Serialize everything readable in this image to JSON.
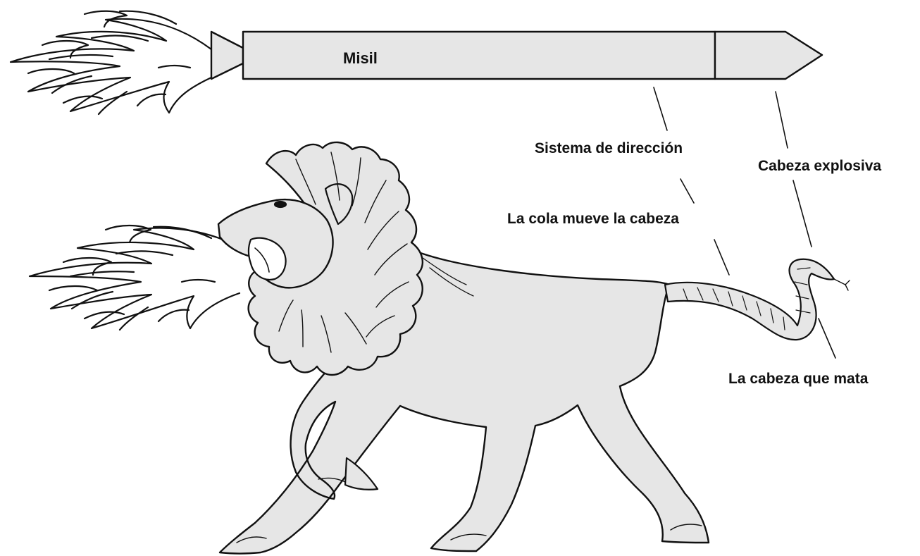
{
  "missile": {
    "label": "Misil"
  },
  "labels": {
    "steering": "Sistema de dirección",
    "tail_moves_head": "La cola mueve la cabeza",
    "warhead": "Cabeza explosiva",
    "killing_head": "La cabeza que mata"
  },
  "colors": {
    "fill": "#e6e6e6",
    "stroke": "#111111",
    "background": "#ffffff"
  }
}
